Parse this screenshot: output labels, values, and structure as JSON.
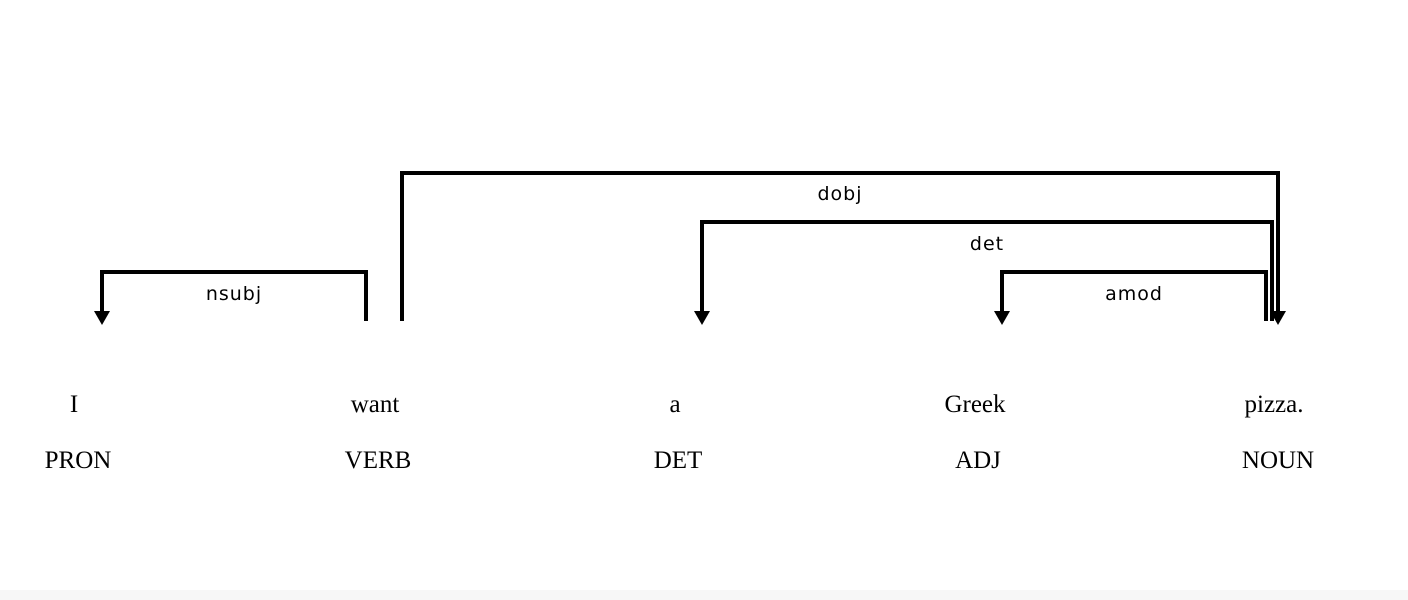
{
  "tokens": [
    {
      "text": "I",
      "tag": "PRON"
    },
    {
      "text": "want",
      "tag": "VERB"
    },
    {
      "text": "a",
      "tag": "DET"
    },
    {
      "text": "Greek",
      "tag": "ADJ"
    },
    {
      "text": "pizza.",
      "tag": "NOUN"
    }
  ],
  "arcs": [
    {
      "label": "nsubj",
      "head": 1,
      "dependent": 0
    },
    {
      "label": "dobj",
      "head": 1,
      "dependent": 4
    },
    {
      "label": "det",
      "head": 4,
      "dependent": 2
    },
    {
      "label": "amod",
      "head": 4,
      "dependent": 3
    }
  ]
}
